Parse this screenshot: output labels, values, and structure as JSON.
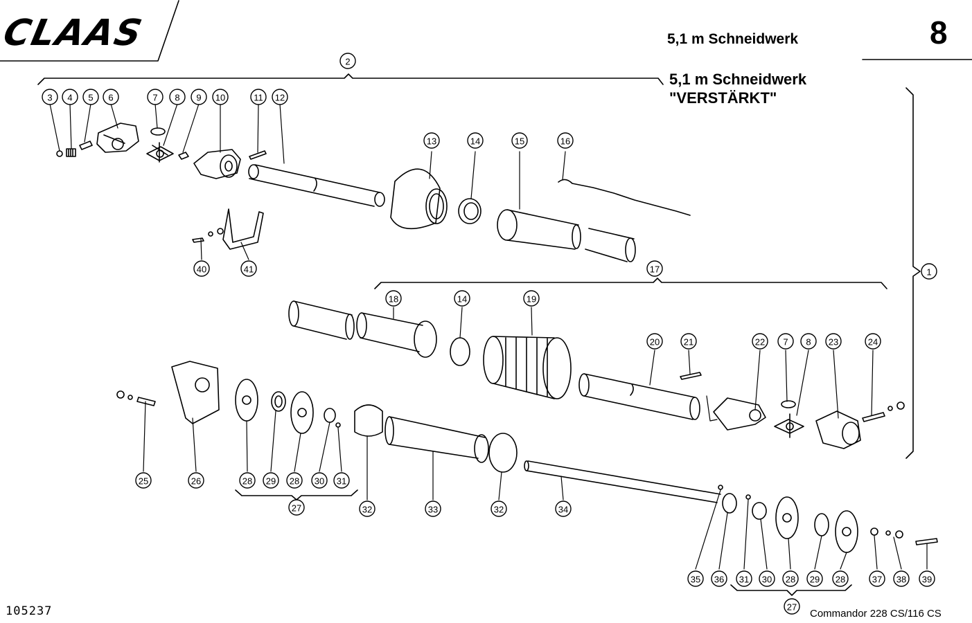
{
  "header": {
    "logo": "CLAAS",
    "title": "5,1 m Schneidwerk",
    "page_number": "8"
  },
  "diagram": {
    "title_line1": "5,1 m Schneidwerk",
    "title_line2": "\"VERSTÄRKT\""
  },
  "footer": {
    "document_number": "105237",
    "model": "Commandor  228 CS/116 CS"
  },
  "callouts": [
    "1",
    "2",
    "3",
    "4",
    "5",
    "6",
    "7",
    "8",
    "9",
    "10",
    "11",
    "12",
    "13",
    "14",
    "15",
    "16",
    "17",
    "18",
    "14",
    "19",
    "20",
    "21",
    "22",
    "7",
    "8",
    "23",
    "24",
    "25",
    "26",
    "27",
    "28",
    "29",
    "28",
    "30",
    "31",
    "32",
    "33",
    "32",
    "34",
    "35",
    "36",
    "31",
    "30",
    "28",
    "29",
    "28",
    "37",
    "38",
    "39",
    "27",
    "40",
    "41"
  ]
}
